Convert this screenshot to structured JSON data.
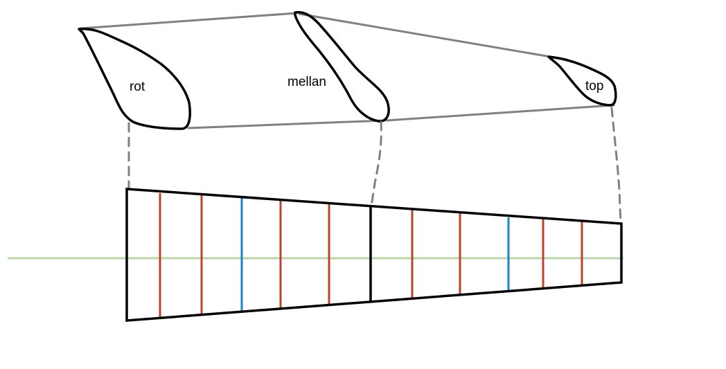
{
  "labels": {
    "root": "rot",
    "middle": "mellan",
    "tip": "top"
  },
  "colors": {
    "outline": "#000000",
    "connector": "#808080",
    "red_lines": "#c0412a",
    "blue_lines": "#1a82c8",
    "centerline": "#b8d8a8"
  }
}
